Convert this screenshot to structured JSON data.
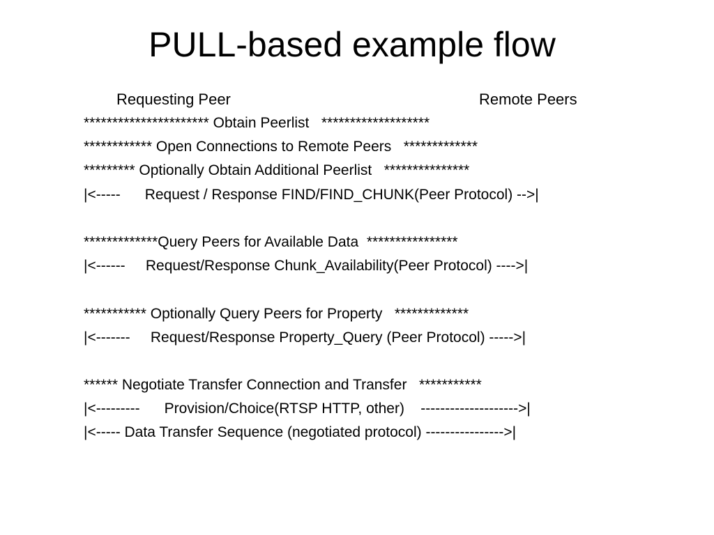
{
  "slide": {
    "title": "PULL-based example flow",
    "header": {
      "left": "Requesting Peer",
      "right": "Remote Peers"
    },
    "lines": [
      "********************** Obtain Peerlist   *******************",
      "************ Open Connections to Remote Peers   *************",
      "********* Optionally Obtain Additional Peerlist   ***************",
      "|<-----      Request / Response FIND/FIND_CHUNK(Peer Protocol) -->|",
      "",
      "*************Query Peers for Available Data  ****************",
      "|<------     Request/Response Chunk_Availability(Peer Protocol) ---->|",
      "",
      "*********** Optionally Query Peers for Property   *************",
      "|<-------     Request/Response Property_Query (Peer Protocol) ----->|",
      "",
      "****** Negotiate Transfer Connection and Transfer   ***********",
      "|<---------      Provision/Choice(RTSP HTTP, other)    -------------------->|",
      "|<----- Data Transfer Sequence (negotiated protocol) ---------------->|"
    ]
  }
}
